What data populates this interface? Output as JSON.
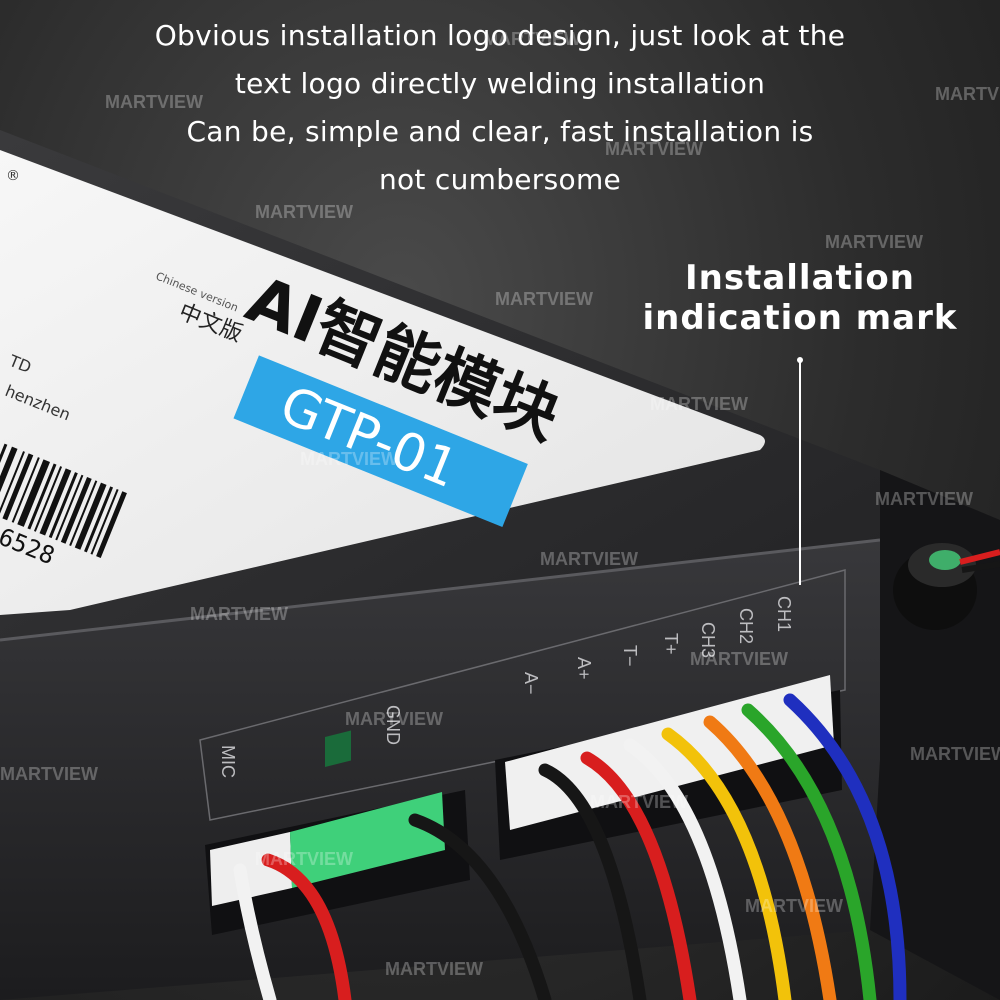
{
  "headline": "Obvious installation logo design, just look at the\ntext logo directly welding installation\nCan be, simple and clear, fast installation is\nnot cumbersome",
  "callout": "Installation\nindication mark",
  "label": {
    "title": "AI智能模块",
    "edition": "中文版",
    "edition_en": "Chinese version",
    "model": "GTP-01",
    "serial_fragment": "6528",
    "partial_lines": [
      "TD",
      "henzhen",
      "®"
    ]
  },
  "ports": {
    "mic": "MIC",
    "gnd": "GND",
    "pins": [
      "A−",
      "A+",
      "T−",
      "T+",
      "CH3",
      "CH2",
      "CH1"
    ]
  },
  "watermark": "MARTVIEW",
  "colors": {
    "label_blue": "#2ea6e6",
    "module_body": "#1f1f21",
    "wire_black": "#161616",
    "wire_red": "#d81e1e",
    "wire_white": "#f2f2f2",
    "wire_yellow": "#f2c20a",
    "wire_orange": "#f07a14",
    "wire_green": "#2aa52a",
    "wire_blue": "#1f2fbf",
    "connector_green": "#3fd07a"
  }
}
